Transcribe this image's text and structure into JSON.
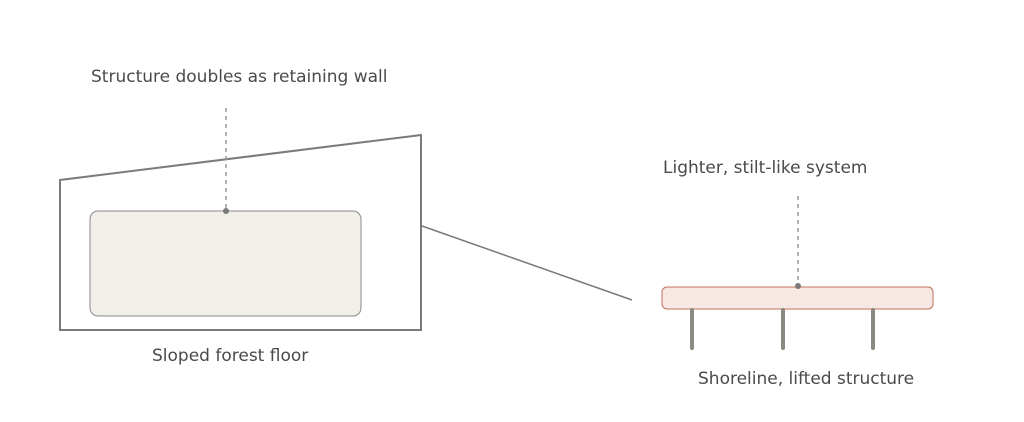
{
  "labels": {
    "retaining_wall": "Structure doubles as retaining wall",
    "forest_floor": "Sloped forest floor",
    "stilt_system": "Lighter, stilt-like system",
    "shoreline": "Shoreline, lifted structure"
  },
  "colors": {
    "outline": "#7a7a7a",
    "text": "#4a4a4a",
    "forest_block_fill": "#f2efe8",
    "forest_block_stroke": "#8a8a8a",
    "shore_deck_fill": "#f8e8e4",
    "shore_deck_stroke": "#c0705a",
    "stilt": "#8a8a82",
    "leader": "#9a9a9a"
  }
}
